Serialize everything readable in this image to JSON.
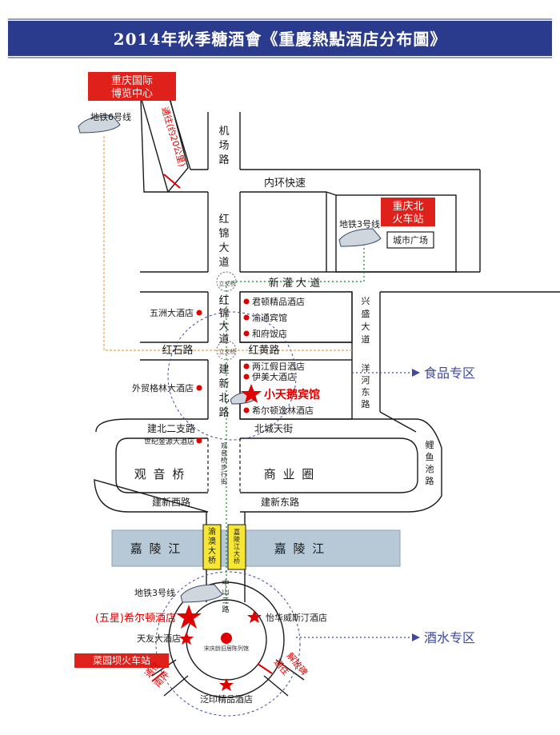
{
  "header": {
    "title": "2014年秋季糖酒會《重慶熱點酒店分布圖》",
    "bg_color": "#2a3a8c"
  },
  "landmarks": {
    "expo_center": "重庆国际\n博览中心",
    "north_station": "重庆北\n火车站",
    "city_square": "城市广场",
    "caiyuanba_station": "菜园坝火车站",
    "song_memorial": "宋庆龄旧居陈列馆"
  },
  "roads": {
    "jichang": "机场路",
    "neihuan": "内环快速",
    "hongjin_upper": "红锦大道",
    "xinguan": "新 灌 大 道",
    "hongjin_lower": "红锦大道",
    "hongshi": "红石路",
    "honghuang": "红黄路",
    "xingsheng": "兴盛大道",
    "jianxinbei": "建新北路",
    "yanghe": "洋河东路",
    "jianbei_er": "建北二支路",
    "beicheng": "北城天街",
    "liyuchi": "鲤鱼池路",
    "jianxinxi": "建新西路",
    "jianxindong": "建新东路",
    "zhongshan": "中山三路",
    "ped_street": "观音桥步行街",
    "toward_expo": "通往(约20公里)"
  },
  "areas": {
    "guanyinqiao": "观 音 桥",
    "shangyequan": "商 业 圈",
    "jialing_left": "嘉 陵 江",
    "jialing_right": "嘉 陵 江",
    "yuao_bridge": "渝澳大桥",
    "jialing_bridge": "嘉陵江大桥"
  },
  "metro": {
    "line6": "地铁6号线",
    "line3_north": "地铁3号线",
    "line3_south": "地铁3号线",
    "interchange": "立交桥"
  },
  "hotels": {
    "wuzhou": "五洲大酒店",
    "junduntop": "君顿精品酒店",
    "yutong": "渝通宾馆",
    "hefu": "和府饭店",
    "liangjiang": "两江假日酒店",
    "yimei": "伊美大酒店",
    "xiaotiane": "小天鹅宾馆",
    "waimao": "外贸格林大酒店",
    "xierdun_yilin": "希尔顿逸林酒店",
    "shiji": "世纪金源大酒店",
    "hilton": "(五星)希尔顿酒店",
    "yihua": "怡华威斯汀酒店",
    "tianyou": "天友大酒店",
    "fanyin": "泛印精品酒店"
  },
  "zones": {
    "food": "食品专区",
    "wine": "酒水专区"
  },
  "directions": {
    "toward_south_bank": "通往\n南坪",
    "toward_liberation": "通往\n解放碑"
  },
  "colors": {
    "header": "#2a3a8c",
    "accent_red": "#e00000",
    "river": "#b7c9d6",
    "bridge_yellow": "#f7e632",
    "route_orange": "#f0a050",
    "metro_green": "#2a9a3a",
    "zone_arrow": "#3d4aa0"
  }
}
